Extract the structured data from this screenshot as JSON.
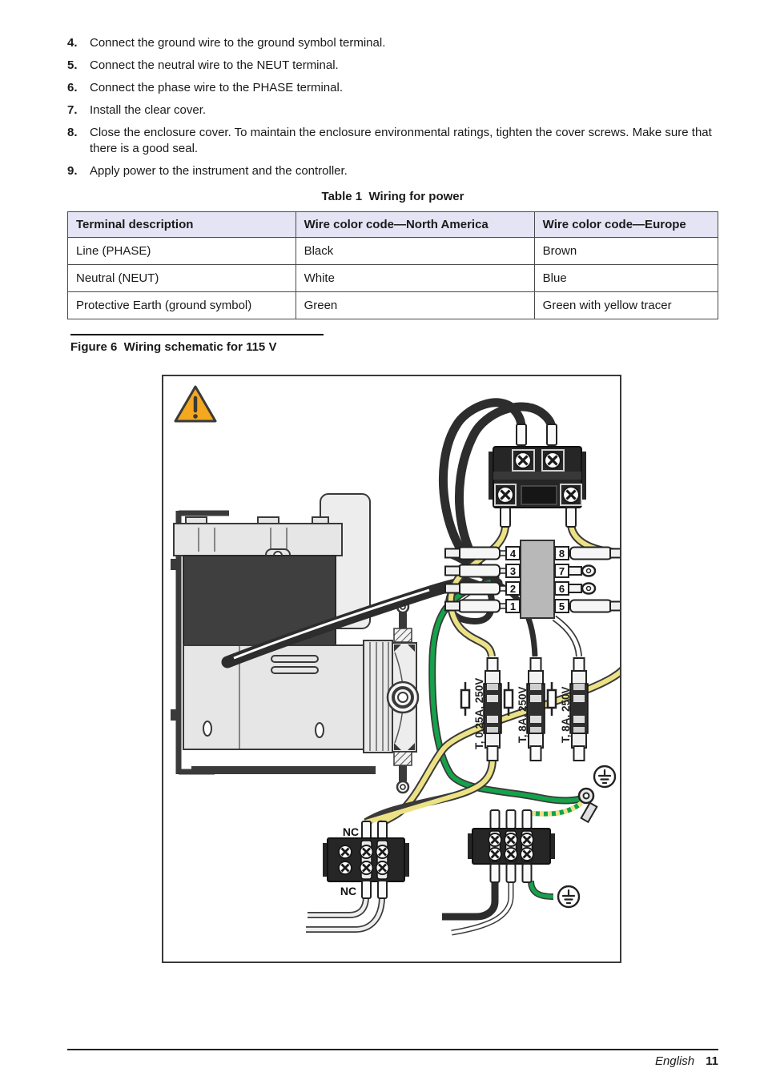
{
  "page": {
    "steps": [
      {
        "num": "4.",
        "text": "Connect the ground wire to the ground symbol terminal."
      },
      {
        "num": "5.",
        "text": "Connect the neutral wire to the NEUT terminal."
      },
      {
        "num": "6.",
        "text": "Connect the phase wire to the PHASE terminal."
      },
      {
        "num": "7.",
        "text": "Install the clear cover."
      },
      {
        "num": "8.",
        "text": "Close the enclosure cover. To maintain the enclosure environmental ratings, tighten the cover screws. Make sure that there is a good seal."
      },
      {
        "num": "9.",
        "text": "Apply power to the instrument and the controller."
      }
    ],
    "table": {
      "title": "Table 1  Wiring for power",
      "headers": [
        "Terminal description",
        "Wire color code—North America",
        "Wire color code—Europe"
      ],
      "rows": [
        [
          "Line (PHASE)",
          "Black",
          "Brown"
        ],
        [
          "Neutral (NEUT)",
          "White",
          "Blue"
        ],
        [
          "Protective Earth (ground symbol)",
          "Green",
          "Green with yellow tracer"
        ]
      ]
    },
    "figure": {
      "title": "Figure 6  Wiring schematic for 115 V",
      "fuse_labels": [
        "T, 0.25A, 250V",
        "T, 8A, 250V",
        "T, 8A, 250V"
      ],
      "terminal_numbers_left": [
        "4",
        "3",
        "2",
        "1"
      ],
      "terminal_numbers_right": [
        "8",
        "7",
        "6",
        "5"
      ],
      "nc_label_top": "NC",
      "nc_label_bottom": "NC"
    },
    "footer": {
      "language": "English",
      "page_number": "11"
    },
    "colors": {
      "wire_yellow": "#ece285",
      "wire_green": "#14a24a",
      "wire_black": "#2d2d2d",
      "wire_gray": "#e8e8e8",
      "warning_orange": "#f3a81f",
      "table_header_bg": "#e4e4f5"
    }
  }
}
